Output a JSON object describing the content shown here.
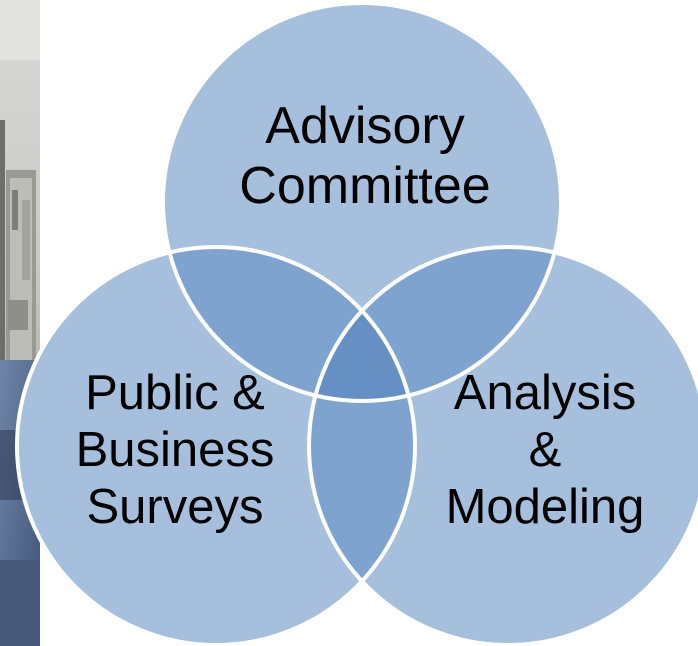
{
  "diagram": {
    "type": "venn",
    "circles": [
      {
        "id": "advisory",
        "lines": [
          "Advisory",
          "Committee"
        ]
      },
      {
        "id": "public",
        "lines": [
          "Public &",
          "Business",
          "Surveys"
        ]
      },
      {
        "id": "analysis",
        "lines": [
          "Analysis",
          "&",
          "Modeling"
        ]
      }
    ],
    "colors": {
      "circle_fill": "#a6bfdd",
      "two_way_overlap": "#7fa3cf",
      "center_overlap": "#6690c4",
      "outline": "#ffffff"
    }
  }
}
